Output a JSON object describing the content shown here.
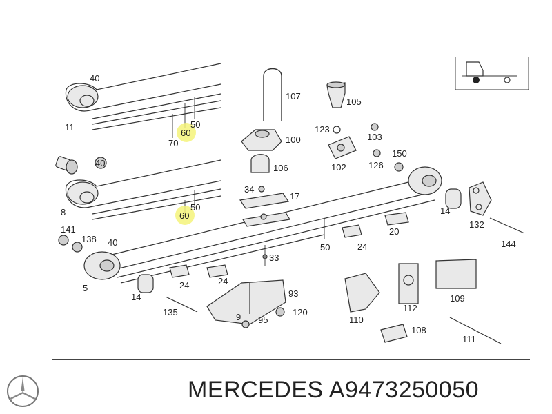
{
  "parts": {
    "p40a": "40",
    "p11": "11",
    "p50a": "50",
    "p70": "70",
    "p60a": "60",
    "p40b": "40",
    "p8": "8",
    "p50b": "50",
    "p60b": "60",
    "p107": "107",
    "p100": "100",
    "p106": "106",
    "p105": "105",
    "p123": "123",
    "p103": "103",
    "p102": "102",
    "p126": "126",
    "p150": "150",
    "p34": "34",
    "p17": "17",
    "p14a": "14",
    "p132": "132",
    "p144": "144",
    "p141": "141",
    "p138": "138",
    "p40c": "40",
    "p50c": "50",
    "p24a": "24",
    "p20": "20",
    "p33": "33",
    "p5": "5",
    "p14b": "14",
    "p24b": "24",
    "p24c": "24",
    "p135": "135",
    "p9": "9",
    "p95": "95",
    "p93": "93",
    "p120": "120",
    "p110": "110",
    "p112": "112",
    "p109": "109",
    "p108": "108",
    "p111": "111"
  },
  "footer": {
    "text": "MERCEDES A9473250050"
  },
  "colors": {
    "highlight": "#f5f37a",
    "line": "#333333",
    "text": "#222222"
  },
  "icons": {
    "logo": "mercedes-star-logo",
    "vehicle": "truck-chassis-icon"
  }
}
